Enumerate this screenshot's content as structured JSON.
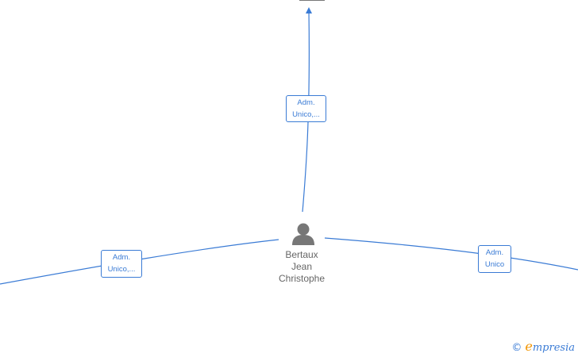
{
  "person": {
    "line1": "Bertaux",
    "line2": "Jean",
    "line3": "Christophe",
    "icon": "person-icon"
  },
  "edges": {
    "top": {
      "line1": "Adm.",
      "line2": "Unico,..."
    },
    "left": {
      "line1": "Adm.",
      "line2": "Unico,..."
    },
    "right": {
      "line1": "Adm.",
      "line2": "Unico"
    }
  },
  "watermark": {
    "copyright": "©",
    "initial": "e",
    "brand": "mpresia"
  },
  "colors": {
    "edge": "#3a7bd5",
    "node": "#777777",
    "label_text": "#666666",
    "brand_accent": "#f29400"
  }
}
